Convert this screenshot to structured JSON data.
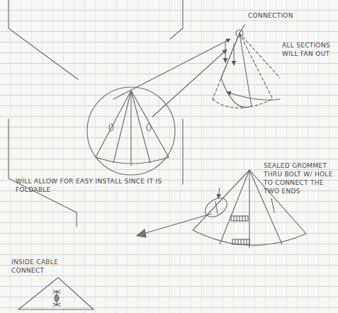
{
  "diagram": {
    "labels": [
      "CONNECTION",
      "ALL SECTIONS WILL FAN OUT",
      "WILL ALLOW FOR EASY INSTALL SINCE IT IS FOLDABLE",
      "SEALED GROMMET THRU BOLT W/ HOLE TO CONNECT THE TWO ENDS",
      "INSIDE CABLE CONNECT"
    ]
  }
}
